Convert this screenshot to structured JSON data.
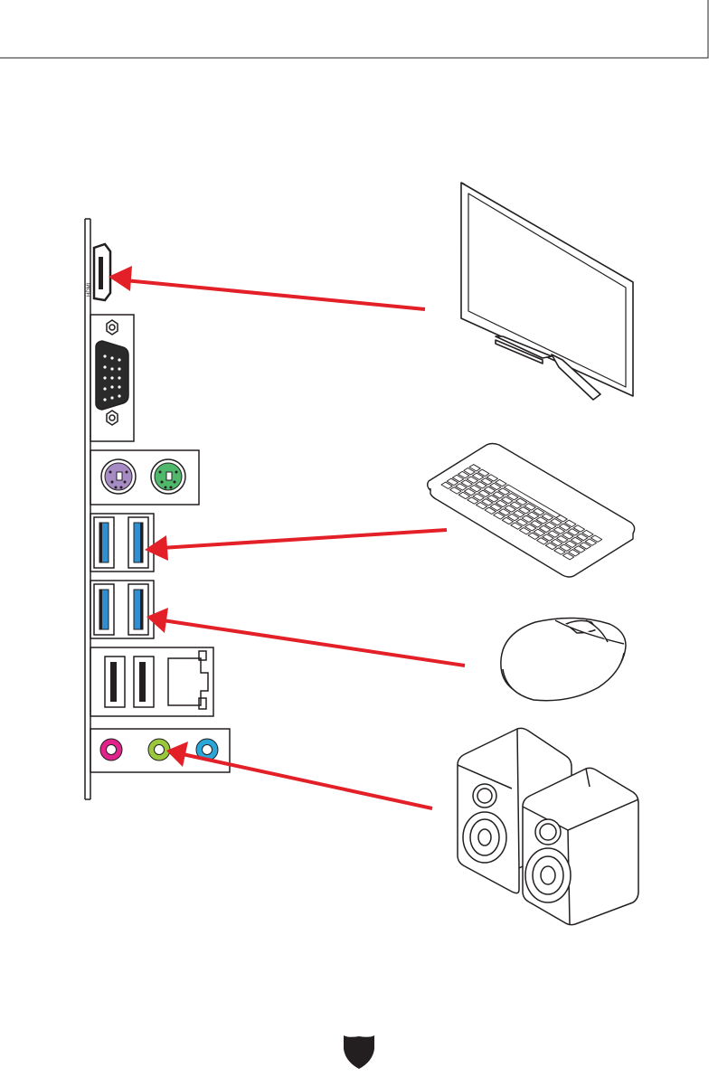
{
  "diagram": {
    "panel_ports": [
      {
        "name": "hdmi-port",
        "label": "HDMI"
      },
      {
        "name": "vga-port",
        "label": "VGA"
      },
      {
        "name": "ps2-mouse-port",
        "color": "#a78bc4"
      },
      {
        "name": "ps2-keyboard-port",
        "color": "#4fb86a"
      },
      {
        "name": "usb-3-port-upper",
        "color": "#2f8fd0"
      },
      {
        "name": "usb-3-port-lower",
        "color": "#2f8fd0"
      },
      {
        "name": "usb-2-port"
      },
      {
        "name": "lan-port"
      },
      {
        "name": "mic-in-jack",
        "color": "#e0228a"
      },
      {
        "name": "line-out-jack",
        "color": "#9ac83c"
      },
      {
        "name": "line-in-jack",
        "color": "#2aa6d8"
      }
    ],
    "devices": [
      {
        "name": "monitor",
        "icon": "monitor-icon"
      },
      {
        "name": "keyboard",
        "icon": "keyboard-icon"
      },
      {
        "name": "mouse",
        "icon": "mouse-icon"
      },
      {
        "name": "speakers",
        "icon": "speakers-icon"
      }
    ],
    "connections": [
      {
        "from": "monitor",
        "to": "hdmi-port"
      },
      {
        "from": "keyboard",
        "to": "usb-3-port-upper"
      },
      {
        "from": "mouse",
        "to": "usb-3-port-lower"
      },
      {
        "from": "speakers",
        "to": "line-out-jack"
      }
    ],
    "colors": {
      "arrow": "#e32027",
      "line": "#231f20",
      "port_blue": "#2f8fd0"
    },
    "footer_icon": "shield-icon"
  }
}
